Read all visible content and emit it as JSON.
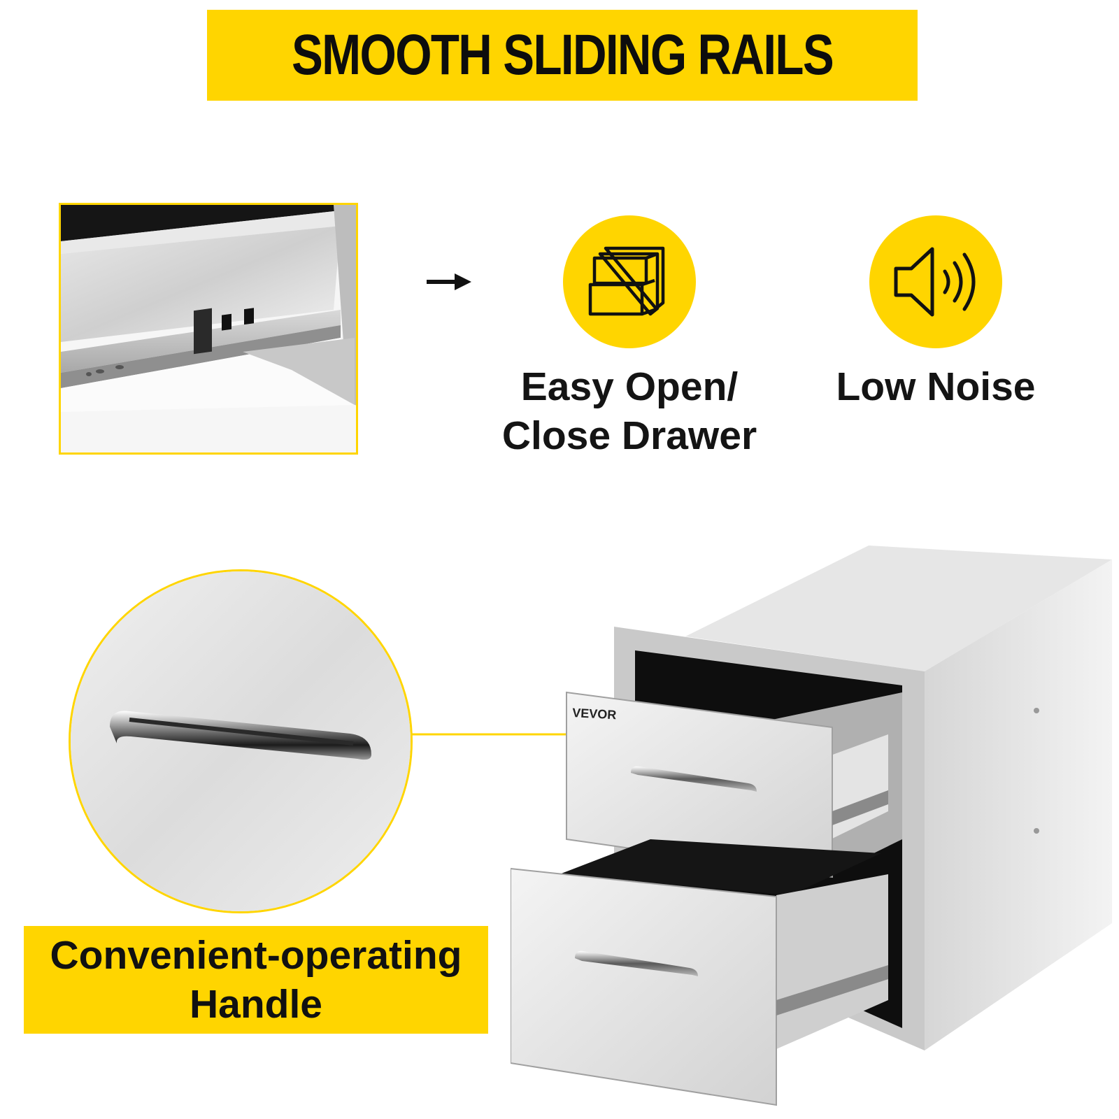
{
  "header": {
    "title": "SMOOTH SLIDING RAILS"
  },
  "features": [
    {
      "icon": "drawer-icon",
      "label_line1": "Easy Open/",
      "label_line2": "Close Drawer"
    },
    {
      "icon": "speaker-icon",
      "label": "Low Noise"
    }
  ],
  "handle_callout": {
    "line1": "Convenient-operating",
    "line2": "Handle"
  },
  "product": {
    "brand": "VEVOR"
  },
  "colors": {
    "accent": "#ffd500",
    "text": "#111111"
  }
}
